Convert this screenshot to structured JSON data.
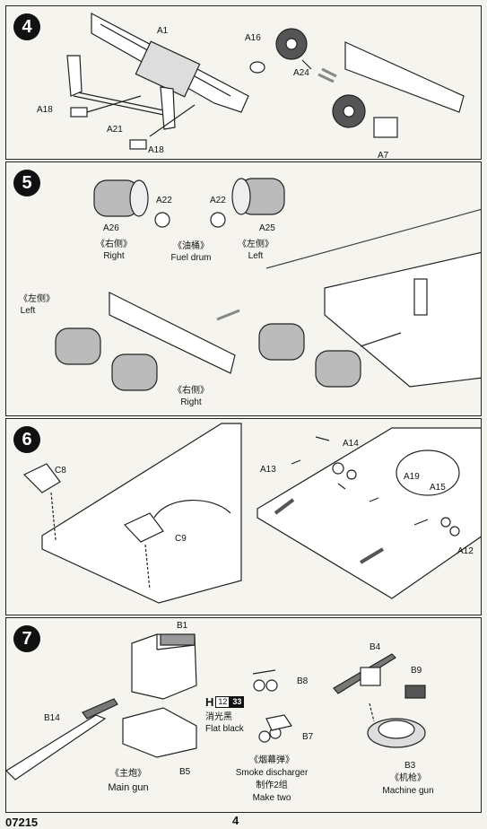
{
  "steps": [
    {
      "number": "4",
      "parts": {
        "a1": "A1",
        "a16": "A16",
        "a24": "A24",
        "a18_top": "A18",
        "a21": "A21",
        "a18_bot": "A18",
        "a7": "A7"
      }
    },
    {
      "number": "5",
      "parts": {
        "a26": "A26",
        "a22_left": "A22",
        "a22_right": "A22",
        "a25": "A25"
      },
      "captions": {
        "right_top_cn": "《右侧》",
        "right_top_en": "Right",
        "fuel_cn": "《油桶》",
        "fuel_en": "Fuel drum",
        "left_top_cn": "《左侧》",
        "left_top_en": "Left",
        "left_mid_cn": "《左侧》",
        "left_mid_en": "Left",
        "right_mid_cn": "《右侧》",
        "right_mid_en": "Right"
      }
    },
    {
      "number": "6",
      "parts": {
        "c8": "C8",
        "c9": "C9",
        "a14": "A14",
        "a13": "A13",
        "a19": "A19",
        "a15": "A15",
        "a12": "A12"
      }
    },
    {
      "number": "7",
      "parts": {
        "b1": "B1",
        "b14": "B14",
        "b5": "B5",
        "b8": "B8",
        "b7": "B7",
        "b4": "B4",
        "b9": "B9",
        "b3": "B3"
      },
      "paint": {
        "code": "H",
        "num1": "12",
        "num2": "33",
        "cn": "消光黑",
        "en": "Flat black"
      },
      "captions": {
        "main_cn": "《主炮》",
        "main_en": "Main gun",
        "smoke_cn": "《烟幕弹》",
        "smoke_en": "Smoke discharger",
        "make_cn": "制作2组",
        "make_en": "Make two",
        "mg_cn": "《机枪》",
        "mg_en": "Machine gun"
      }
    }
  ],
  "footer": {
    "code": "07215",
    "page": "4"
  }
}
